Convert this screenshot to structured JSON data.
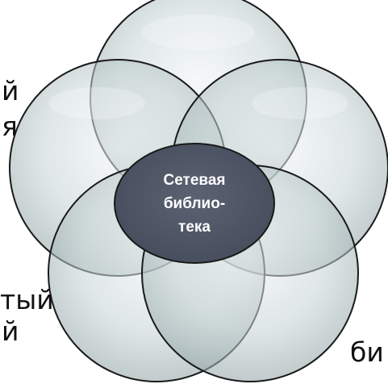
{
  "diagram": {
    "center_lines": [
      "Сетевая",
      "библио-",
      "тека"
    ],
    "edge_fragments": [
      "й",
      "я",
      "тый",
      "й",
      "би"
    ],
    "colors": {
      "bubble_fill": "#c9d6d6",
      "bubble_stroke": "#1a1a1a",
      "center_fill": "#4d5565",
      "center_text": "#ffffff",
      "fragment_text": "#111111"
    }
  }
}
